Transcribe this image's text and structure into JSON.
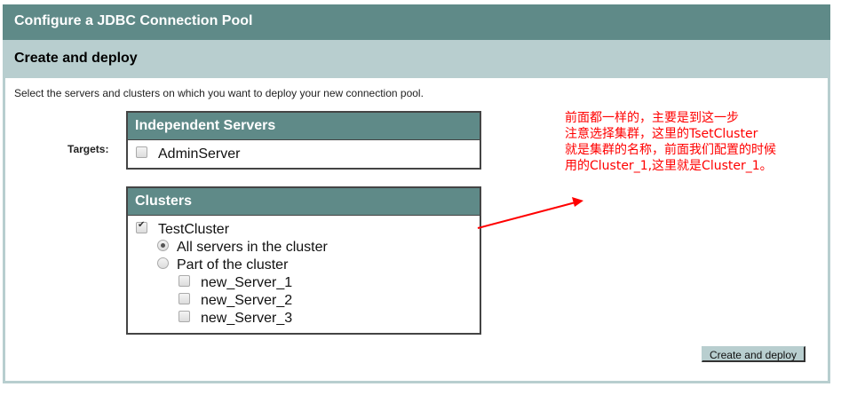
{
  "header": {
    "title": "Configure a JDBC Connection Pool",
    "subtitle": "Create and deploy"
  },
  "main": {
    "description": "Select the servers and clusters on which you want to deploy your new connection pool.",
    "targets_label": "Targets:",
    "independent_servers": {
      "title": "Independent Servers",
      "items": [
        {
          "label": "AdminServer",
          "checked": false
        }
      ]
    },
    "clusters": {
      "title": "Clusters",
      "cluster": {
        "label": "TestCluster",
        "checked": true
      },
      "options": [
        {
          "label": "All servers in the cluster",
          "selected": true
        },
        {
          "label": "Part of the cluster",
          "selected": false
        }
      ],
      "servers": [
        {
          "label": "new_Server_1",
          "checked": false
        },
        {
          "label": "new_Server_2",
          "checked": false
        },
        {
          "label": "new_Server_3",
          "checked": false
        }
      ]
    },
    "create_button": "Create and deploy"
  },
  "annotation": {
    "lines": [
      "前面都一样的，主要是到这一步",
      "注意选择集群，这里的TsetCluster",
      "就是集群的名称，前面我们配置的时候",
      "用的Cluster_1,这里就是Cluster_1。"
    ],
    "color": "#ff0000"
  },
  "colors": {
    "title_bar": "#5f8a88",
    "subheader": "#b8cecf",
    "button": "#b8cecf"
  }
}
